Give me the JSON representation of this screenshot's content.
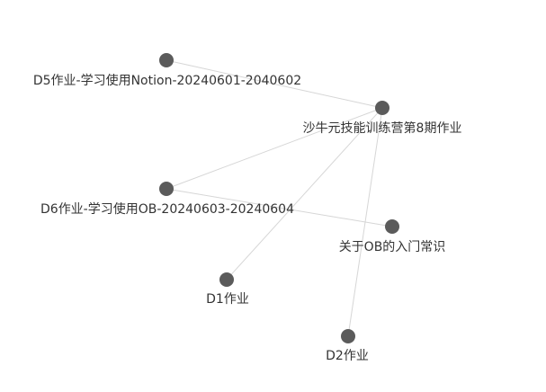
{
  "graph": {
    "nodes": [
      {
        "id": "center",
        "label": "沙牛元技能训练营第8期作业"
      },
      {
        "id": "d5",
        "label": "D5作业-学习使用Notion-20240601-2040602"
      },
      {
        "id": "d6",
        "label": "D6作业-学习使用OB-20240603-20240604"
      },
      {
        "id": "ob",
        "label": "关于OB的入门常识"
      },
      {
        "id": "d1",
        "label": "D1作业"
      },
      {
        "id": "d2",
        "label": "D2作业"
      }
    ],
    "edges": [
      {
        "source": "d5",
        "target": "center"
      },
      {
        "source": "d6",
        "target": "center"
      },
      {
        "source": "d1",
        "target": "center"
      },
      {
        "source": "d2",
        "target": "center"
      },
      {
        "source": "d6",
        "target": "ob"
      }
    ]
  }
}
